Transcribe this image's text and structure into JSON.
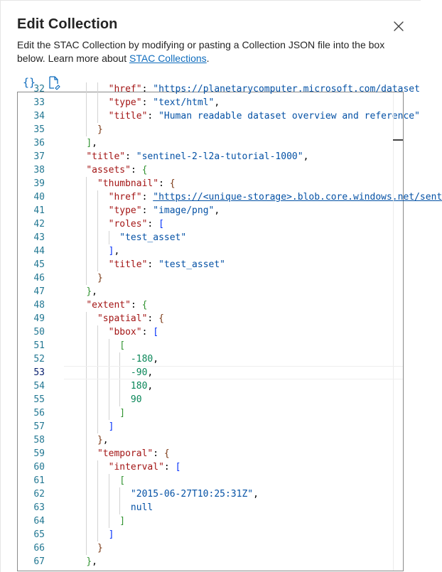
{
  "dialog": {
    "title": "Edit Collection",
    "description_prefix": "Edit the STAC Collection by modifying or pasting a Collection JSON file into the box below. Learn more about ",
    "description_link": "STAC Collections",
    "description_suffix": ".",
    "close_icon": "close-icon"
  },
  "toolbar": {
    "format_icon": "braces-icon",
    "format_glyph": "{}",
    "upload_icon": "document-upload-icon"
  },
  "colors": {
    "accent": "#0f6cbd",
    "json_key": "#a31515",
    "json_string": "#0451a5",
    "json_number": "#098658",
    "line_number": "#237893"
  },
  "editor": {
    "current_line": 53,
    "lines": [
      {
        "n": 32,
        "tokens": [
          [
            "i8",
            ""
          ],
          [
            "k",
            "\"href\""
          ],
          [
            "p",
            ": "
          ],
          [
            "s",
            "\"https://planetarycomputer.microsoft.com/dataset"
          ]
        ]
      },
      {
        "n": 33,
        "tokens": [
          [
            "i8",
            ""
          ],
          [
            "k",
            "\"type\""
          ],
          [
            "p",
            ": "
          ],
          [
            "s",
            "\"text/html\""
          ],
          [
            "p",
            ","
          ]
        ]
      },
      {
        "n": 34,
        "tokens": [
          [
            "i8",
            ""
          ],
          [
            "k",
            "\"title\""
          ],
          [
            "p",
            ": "
          ],
          [
            "s",
            "\"Human readable dataset overview and reference\""
          ]
        ]
      },
      {
        "n": 35,
        "tokens": [
          [
            "i6",
            ""
          ],
          [
            "b3",
            "}"
          ]
        ]
      },
      {
        "n": 36,
        "tokens": [
          [
            "i4",
            ""
          ],
          [
            "b2",
            "]"
          ],
          [
            "p",
            ","
          ]
        ]
      },
      {
        "n": 37,
        "tokens": [
          [
            "i4",
            ""
          ],
          [
            "k",
            "\"title\""
          ],
          [
            "p",
            ": "
          ],
          [
            "s",
            "\"sentinel-2-l2a-tutorial-1000\""
          ],
          [
            "p",
            ","
          ]
        ]
      },
      {
        "n": 38,
        "tokens": [
          [
            "i4",
            ""
          ],
          [
            "k",
            "\"assets\""
          ],
          [
            "p",
            ": "
          ],
          [
            "b2",
            "{"
          ]
        ]
      },
      {
        "n": 39,
        "tokens": [
          [
            "i6",
            ""
          ],
          [
            "k",
            "\"thumbnail\""
          ],
          [
            "p",
            ": "
          ],
          [
            "b3",
            "{"
          ]
        ]
      },
      {
        "n": 40,
        "tokens": [
          [
            "i8",
            ""
          ],
          [
            "k",
            "\"href\""
          ],
          [
            "p",
            ": "
          ],
          [
            "link",
            "\"https://<unique-storage>.blob.core.windows.net/sent"
          ]
        ]
      },
      {
        "n": 41,
        "tokens": [
          [
            "i8",
            ""
          ],
          [
            "k",
            "\"type\""
          ],
          [
            "p",
            ": "
          ],
          [
            "s",
            "\"image/png\""
          ],
          [
            "p",
            ","
          ]
        ]
      },
      {
        "n": 42,
        "tokens": [
          [
            "i8",
            ""
          ],
          [
            "k",
            "\"roles\""
          ],
          [
            "p",
            ": "
          ],
          [
            "b1",
            "["
          ]
        ]
      },
      {
        "n": 43,
        "tokens": [
          [
            "i10",
            ""
          ],
          [
            "s",
            "\"test_asset\""
          ]
        ]
      },
      {
        "n": 44,
        "tokens": [
          [
            "i8",
            ""
          ],
          [
            "b1",
            "]"
          ],
          [
            "p",
            ","
          ]
        ]
      },
      {
        "n": 45,
        "tokens": [
          [
            "i8",
            ""
          ],
          [
            "k",
            "\"title\""
          ],
          [
            "p",
            ": "
          ],
          [
            "s",
            "\"test_asset\""
          ]
        ]
      },
      {
        "n": 46,
        "tokens": [
          [
            "i6",
            ""
          ],
          [
            "b3",
            "}"
          ]
        ]
      },
      {
        "n": 47,
        "tokens": [
          [
            "i4",
            ""
          ],
          [
            "b2",
            "}"
          ],
          [
            "p",
            ","
          ]
        ]
      },
      {
        "n": 48,
        "tokens": [
          [
            "i4",
            ""
          ],
          [
            "k",
            "\"extent\""
          ],
          [
            "p",
            ": "
          ],
          [
            "b2",
            "{"
          ]
        ]
      },
      {
        "n": 49,
        "tokens": [
          [
            "i6",
            ""
          ],
          [
            "k",
            "\"spatial\""
          ],
          [
            "p",
            ": "
          ],
          [
            "b3",
            "{"
          ]
        ]
      },
      {
        "n": 50,
        "tokens": [
          [
            "i8",
            ""
          ],
          [
            "k",
            "\"bbox\""
          ],
          [
            "p",
            ": "
          ],
          [
            "b1",
            "["
          ]
        ]
      },
      {
        "n": 51,
        "tokens": [
          [
            "i10",
            ""
          ],
          [
            "b2",
            "["
          ]
        ]
      },
      {
        "n": 52,
        "tokens": [
          [
            "i12",
            ""
          ],
          [
            "n",
            "-180"
          ],
          [
            "p",
            ","
          ]
        ]
      },
      {
        "n": 53,
        "tokens": [
          [
            "i12",
            ""
          ],
          [
            "n",
            "-90"
          ],
          [
            "p",
            ","
          ]
        ]
      },
      {
        "n": 54,
        "tokens": [
          [
            "i12",
            ""
          ],
          [
            "n",
            "180"
          ],
          [
            "p",
            ","
          ]
        ]
      },
      {
        "n": 55,
        "tokens": [
          [
            "i12",
            ""
          ],
          [
            "n",
            "90"
          ]
        ]
      },
      {
        "n": 56,
        "tokens": [
          [
            "i10",
            ""
          ],
          [
            "b2",
            "]"
          ]
        ]
      },
      {
        "n": 57,
        "tokens": [
          [
            "i8",
            ""
          ],
          [
            "b1",
            "]"
          ]
        ]
      },
      {
        "n": 58,
        "tokens": [
          [
            "i6",
            ""
          ],
          [
            "b3",
            "}"
          ],
          [
            "p",
            ","
          ]
        ]
      },
      {
        "n": 59,
        "tokens": [
          [
            "i6",
            ""
          ],
          [
            "k",
            "\"temporal\""
          ],
          [
            "p",
            ": "
          ],
          [
            "b3",
            "{"
          ]
        ]
      },
      {
        "n": 60,
        "tokens": [
          [
            "i8",
            ""
          ],
          [
            "k",
            "\"interval\""
          ],
          [
            "p",
            ": "
          ],
          [
            "b1",
            "["
          ]
        ]
      },
      {
        "n": 61,
        "tokens": [
          [
            "i10",
            ""
          ],
          [
            "b2",
            "["
          ]
        ]
      },
      {
        "n": 62,
        "tokens": [
          [
            "i12",
            ""
          ],
          [
            "s",
            "\"2015-06-27T10:25:31Z\""
          ],
          [
            "p",
            ","
          ]
        ]
      },
      {
        "n": 63,
        "tokens": [
          [
            "i12",
            ""
          ],
          [
            "l",
            "null"
          ]
        ]
      },
      {
        "n": 64,
        "tokens": [
          [
            "i10",
            ""
          ],
          [
            "b2",
            "]"
          ]
        ]
      },
      {
        "n": 65,
        "tokens": [
          [
            "i8",
            ""
          ],
          [
            "b1",
            "]"
          ]
        ]
      },
      {
        "n": 66,
        "tokens": [
          [
            "i6",
            ""
          ],
          [
            "b3",
            "}"
          ]
        ]
      },
      {
        "n": 67,
        "tokens": [
          [
            "i4",
            ""
          ],
          [
            "b2",
            "}"
          ],
          [
            "p",
            ","
          ]
        ]
      }
    ]
  }
}
